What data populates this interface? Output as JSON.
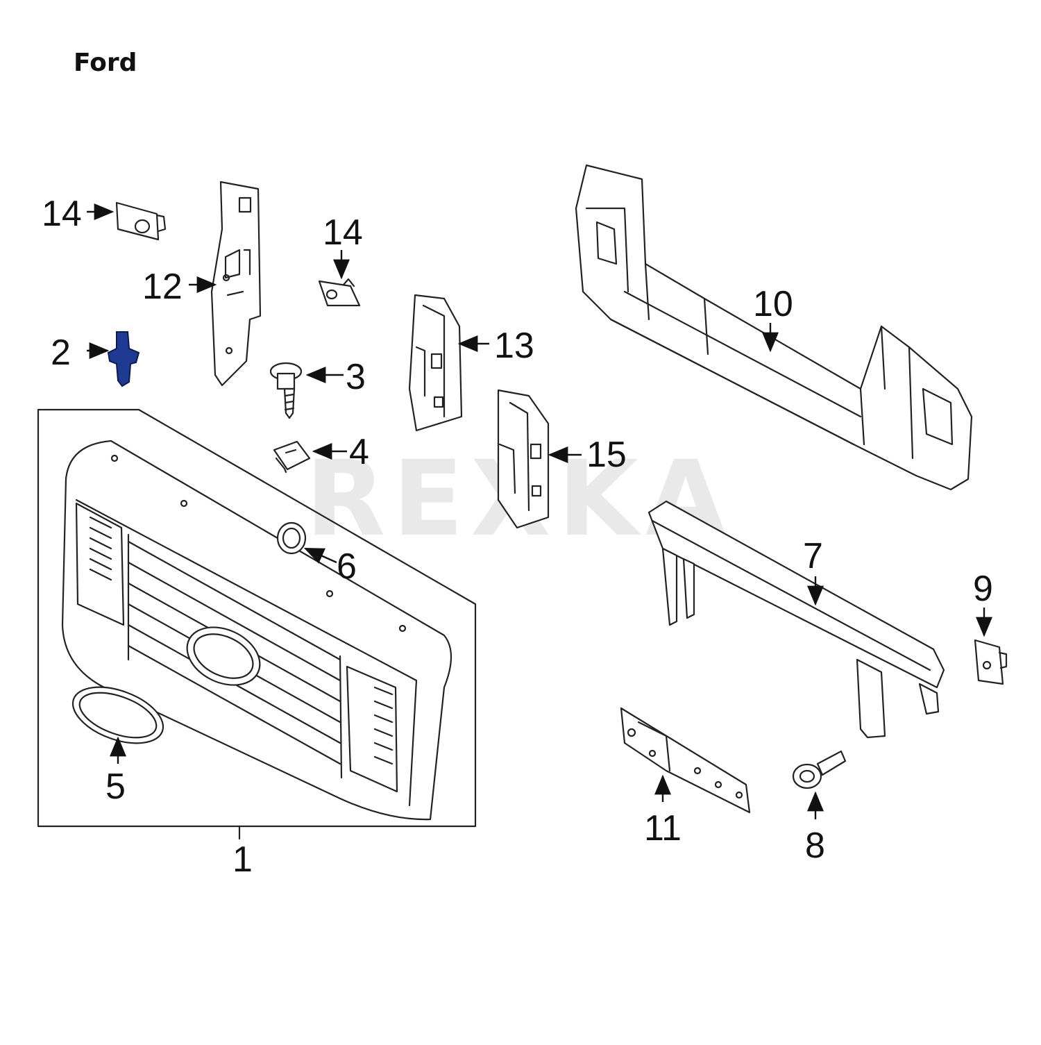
{
  "brand": "Ford",
  "watermark": "REXKA",
  "highlight_color": "#1f3a93",
  "callouts": {
    "c1": "1",
    "c2": "2",
    "c3": "3",
    "c4": "4",
    "c5": "5",
    "c6": "6",
    "c7": "7",
    "c8": "8",
    "c9": "9",
    "c10": "10",
    "c11": "11",
    "c12": "12",
    "c13": "13",
    "c14a": "14",
    "c14b": "14",
    "c15": "15"
  }
}
